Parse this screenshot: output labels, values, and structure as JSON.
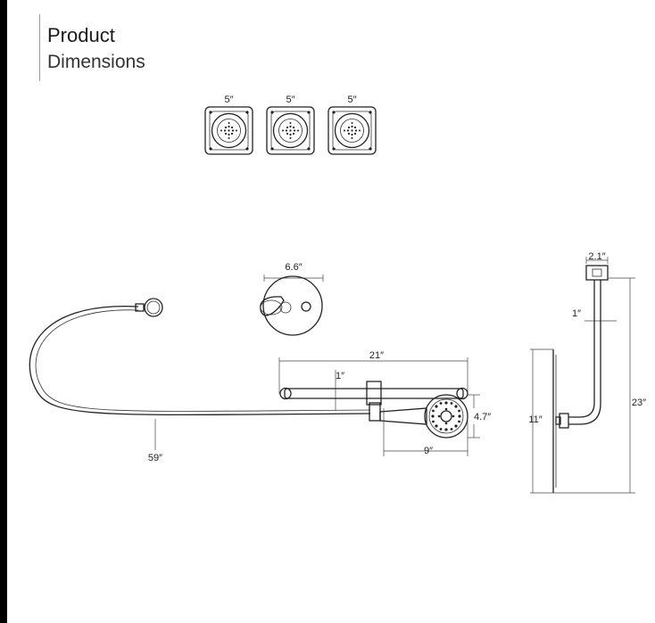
{
  "header": {
    "title": "Product",
    "subtitle": "Dimensions"
  },
  "labels": {
    "body_spray_1": "5″",
    "body_spray_2": "5″",
    "body_spray_3": "5″",
    "valve_trim": "6.6″",
    "slide_bar_length": "21″",
    "slide_bar_depth": "1″",
    "hand_shower_head": "4.7″",
    "hand_shower_length": "9″",
    "hose_length": "59″",
    "flange_width": "2.1″",
    "arm_diameter": "1″",
    "arm_height": "23″",
    "rain_head": "11″"
  },
  "colors": {
    "line": "#222222",
    "background": "#ffffff",
    "left_bar": "#000000"
  }
}
